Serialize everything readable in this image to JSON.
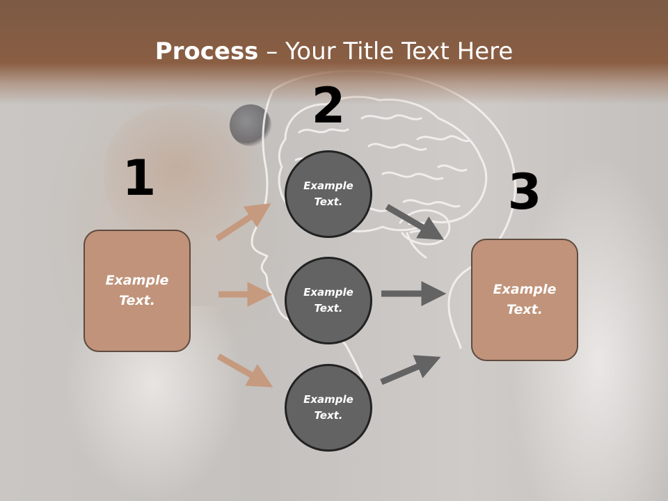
{
  "title": {
    "bold": "Process",
    "rest": " – Your Title Text Here"
  },
  "steps": {
    "one": "1",
    "two": "2",
    "three": "3"
  },
  "left_box": {
    "text": "Example Text."
  },
  "right_box": {
    "text": "Example Text."
  },
  "circles": [
    {
      "text": "Example Text."
    },
    {
      "text": "Example Text."
    },
    {
      "text": "Example Text."
    }
  ],
  "colors": {
    "header": "#8a5e43",
    "box_fill": "#c0937a",
    "box_border": "#5e4a3f",
    "circle_fill": "#636363",
    "tan_arrow": "#c69a7f",
    "gray_arrow": "#636363"
  }
}
